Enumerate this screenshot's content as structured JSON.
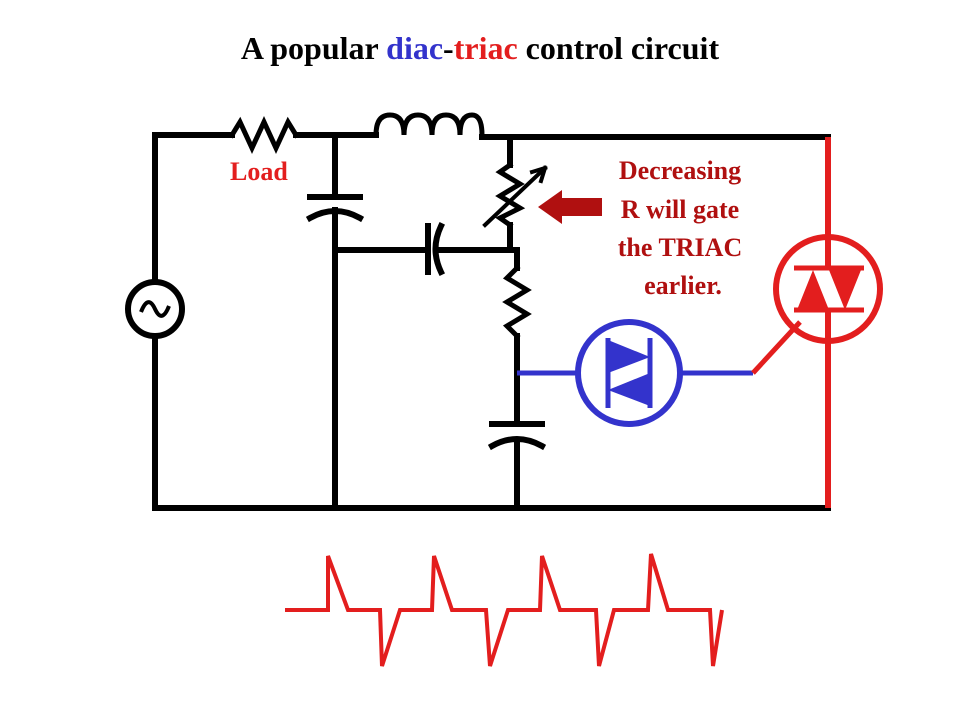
{
  "title": {
    "part1": "A popular ",
    "diac": "diac",
    "dash": "-",
    "triac": "triac",
    "part2": " control circuit"
  },
  "labels": {
    "load": "Load",
    "note_line1": "Decreasing",
    "note_line2": "R will gate",
    "note_line3": "the TRIAC",
    "note_line4": "earlier."
  },
  "colors": {
    "wire": "#000000",
    "diac": "#3333cc",
    "triac": "#e31e1e",
    "arrow": "#b01010"
  }
}
